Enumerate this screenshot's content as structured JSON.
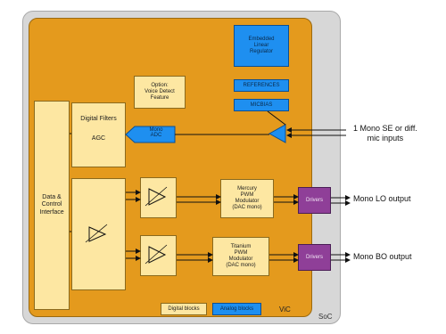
{
  "blocks": {
    "soc": "SoC",
    "vic": "ViC",
    "embedded_regulator": "Embedded\nLinear\nRegulator",
    "references": "REFERENCES",
    "micbias": "MICBIAS",
    "voice_detect": "Option:\nVoice Detect\nFeature",
    "digital_filters": "Digital Filters",
    "agc": "AGC",
    "mono_adc": "Mono\nADC",
    "data_control": "Data &\nControl\nInterface",
    "mercury": "Mercury\nPWM\nModulator\n(DAC mono)",
    "titanium": "Titanium\nPWM\nModulator\n(DAC mono)",
    "drivers_top": "Drivers",
    "drivers_bottom": "Drivers"
  },
  "legend": {
    "digital": "Digital blocks",
    "analog": "Analog blocks"
  },
  "external": {
    "mic_input": "1 Mono SE or diff.\nmic inputs",
    "lo_output": "Mono LO output",
    "bo_output": "Mono BO output"
  },
  "colors": {
    "soc": "#d7d7d7",
    "vic": "#e49a1d",
    "digital": "#fde7a2",
    "analog": "#1e8ff0",
    "drivers": "#8f3f98"
  }
}
